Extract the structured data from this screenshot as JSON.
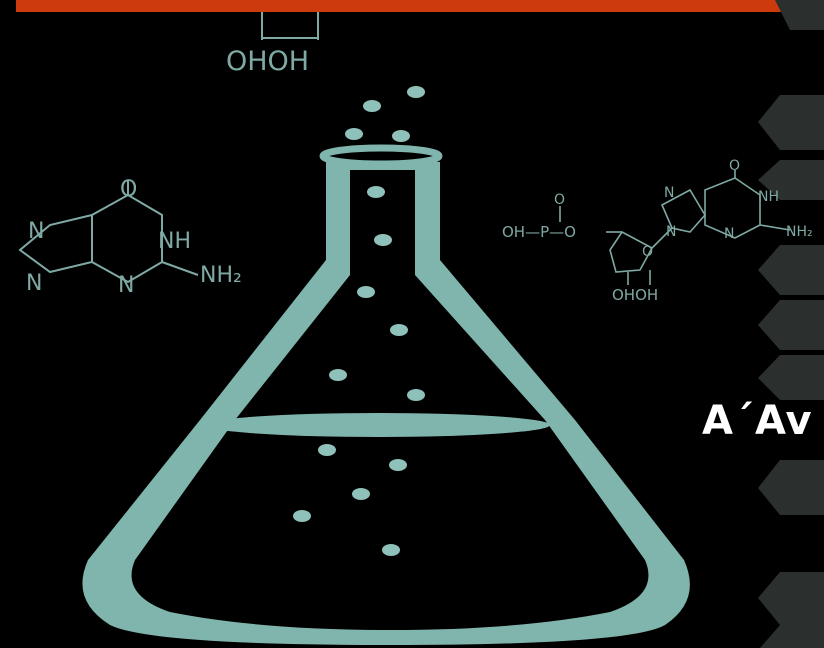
{
  "colors": {
    "background": "#000000",
    "accent_bar": "#cc3a0e",
    "flask_fill": "#7fb5ad",
    "molecule_stroke": "#7fa9a4",
    "hexagon_fill": "#2b302e"
  },
  "icons": [
    "flask-illustration",
    "bubble-dots",
    "molecule-structure",
    "hexagon-pattern"
  ],
  "molecule_top": {
    "label": "OHOH"
  },
  "molecule_left": {
    "atom_o": "O",
    "atom_n1": "N",
    "atom_nh": "NH",
    "atom_n2": "N",
    "atom_n3": "N",
    "atom_nh2": "NH₂"
  },
  "molecule_right": {
    "phosphate_o_top": "O",
    "phosphate_chain": "OH—P—O",
    "ring_o": "O",
    "sugar_label": "OHOH",
    "base_o": "O",
    "base_n1": "N",
    "base_nh": "NH",
    "base_n2": "N",
    "base_n3": "N",
    "base_nh2": "NH₂"
  },
  "slide": {
    "title_fragment": "A´Av"
  }
}
